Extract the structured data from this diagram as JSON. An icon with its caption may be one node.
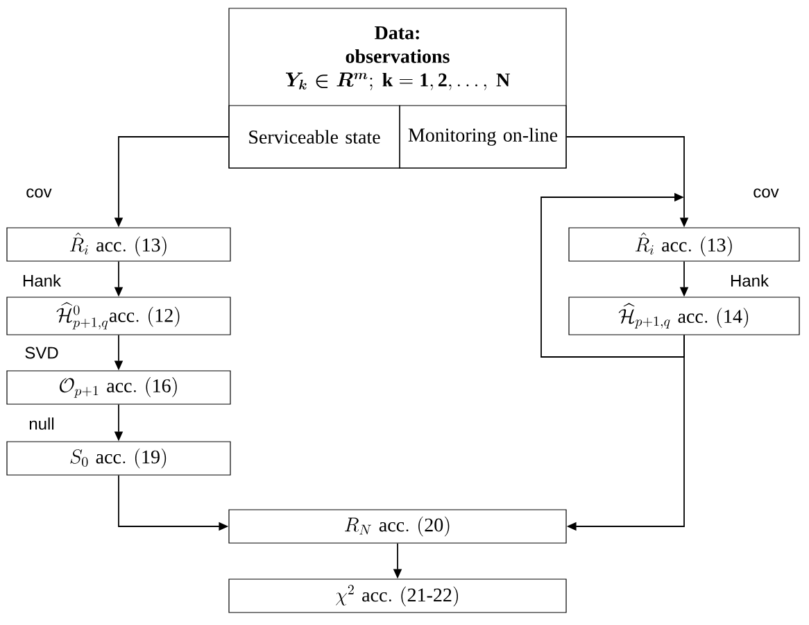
{
  "diagram": {
    "nodes": [
      {
        "text": [
          "Data:",
          "observations",
          "\\boldsymbol{Y_k \\in R^m};\\ \\mathbf{k=1,2,\\ldots,\\ N}"
        ]
      },
      {
        "text": [
          "Serviceable state"
        ],
        "in": 0
      },
      {
        "text": [
          "Monitoring on-line"
        ],
        "in": 0
      },
      {
        "text": [
          "\\hat{R}_i\\ \\mathrm{acc.\\ (13)}"
        ]
      },
      {
        "text": [
          "\\widehat{\\mathcal{H}}^0_{p+1,q}\\mathrm{acc.\\ (12)}"
        ]
      },
      {
        "text": [
          "\\mathcal{O}_{p+1}\\ \\mathrm{acc.\\ (16)}"
        ]
      },
      {
        "text": [
          "S_0\\ \\mathrm{acc.\\ (19)}"
        ]
      },
      {
        "text": [
          "\\hat{R}_i\\ \\mathrm{acc.\\ (13)}"
        ]
      },
      {
        "text": [
          "\\widehat{\\mathcal{H}}_{p+1,q}\\ \\mathrm{acc.\\ (14)}"
        ]
      },
      {
        "text": [
          "R_N\\ \\mathrm{acc.\\ (20)}"
        ]
      },
      {
        "text": [
          "\\chi^2\\ \\mathrm{acc.\\ (21\\text{-}22)}"
        ]
      }
    ],
    "edges": [
      {
        "from": 1,
        "to": 3,
        "arrow": "to",
        "label": "cov"
      },
      {
        "from": 3,
        "to": 4,
        "arrow": "to",
        "label": "Hank"
      },
      {
        "from": 4,
        "to": 5,
        "arrow": "to",
        "label": "SVD"
      },
      {
        "from": 5,
        "to": 6,
        "arrow": "to",
        "label": "null"
      },
      {
        "from": 2,
        "to": 7,
        "arrow": "to",
        "label": "cov"
      },
      {
        "from": 7,
        "to": 8,
        "arrow": "to",
        "label": "Hank"
      },
      {
        "from": 8,
        "to": 7,
        "arrow": "to"
      },
      {
        "from": 8,
        "to": 9,
        "arrow": "to"
      },
      {
        "from": 6,
        "to": 9,
        "arrow": "to"
      },
      {
        "from": 9,
        "to": 10,
        "arrow": "to"
      }
    ]
  }
}
